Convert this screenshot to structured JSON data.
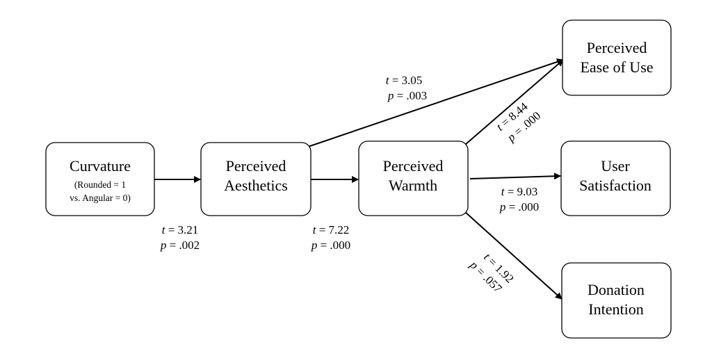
{
  "nodes": {
    "curvature": {
      "title": "Curvature",
      "sub1": "(Rounded = 1",
      "sub2": "vs.  Angular = 0)"
    },
    "aesthetics": {
      "line1": "Perceived",
      "line2": "Aesthetics"
    },
    "warmth": {
      "line1": "Perceived",
      "line2": "Warmth"
    },
    "ease_of_use": {
      "line1": "Perceived",
      "line2": "Ease of Use"
    },
    "satisfaction": {
      "line1": "User",
      "line2": "Satisfaction"
    },
    "donation": {
      "line1": "Donation",
      "line2": "Intention"
    }
  },
  "edges": {
    "curv_aest": {
      "t_var": "t",
      "t_val": " = 3.21",
      "p_var": "p",
      "p_val": " = .002"
    },
    "aest_warm": {
      "t_var": "t",
      "t_val": " = 7.22",
      "p_var": "p",
      "p_val": " = .000"
    },
    "aest_ease": {
      "t_var": "t",
      "t_val": " = 3.05",
      "p_var": "p",
      "p_val": " = .003"
    },
    "warm_ease": {
      "t_var": "t",
      "t_val": " = 8.44",
      "p_var": "p",
      "p_val": " = .000"
    },
    "warm_sat": {
      "t_var": "t",
      "t_val": " = 9.03",
      "p_var": "p",
      "p_val": " = .000"
    },
    "warm_don": {
      "t_var": "t",
      "t_val": " = 1.92",
      "p_var": "p",
      "p_val": " = .057"
    }
  }
}
